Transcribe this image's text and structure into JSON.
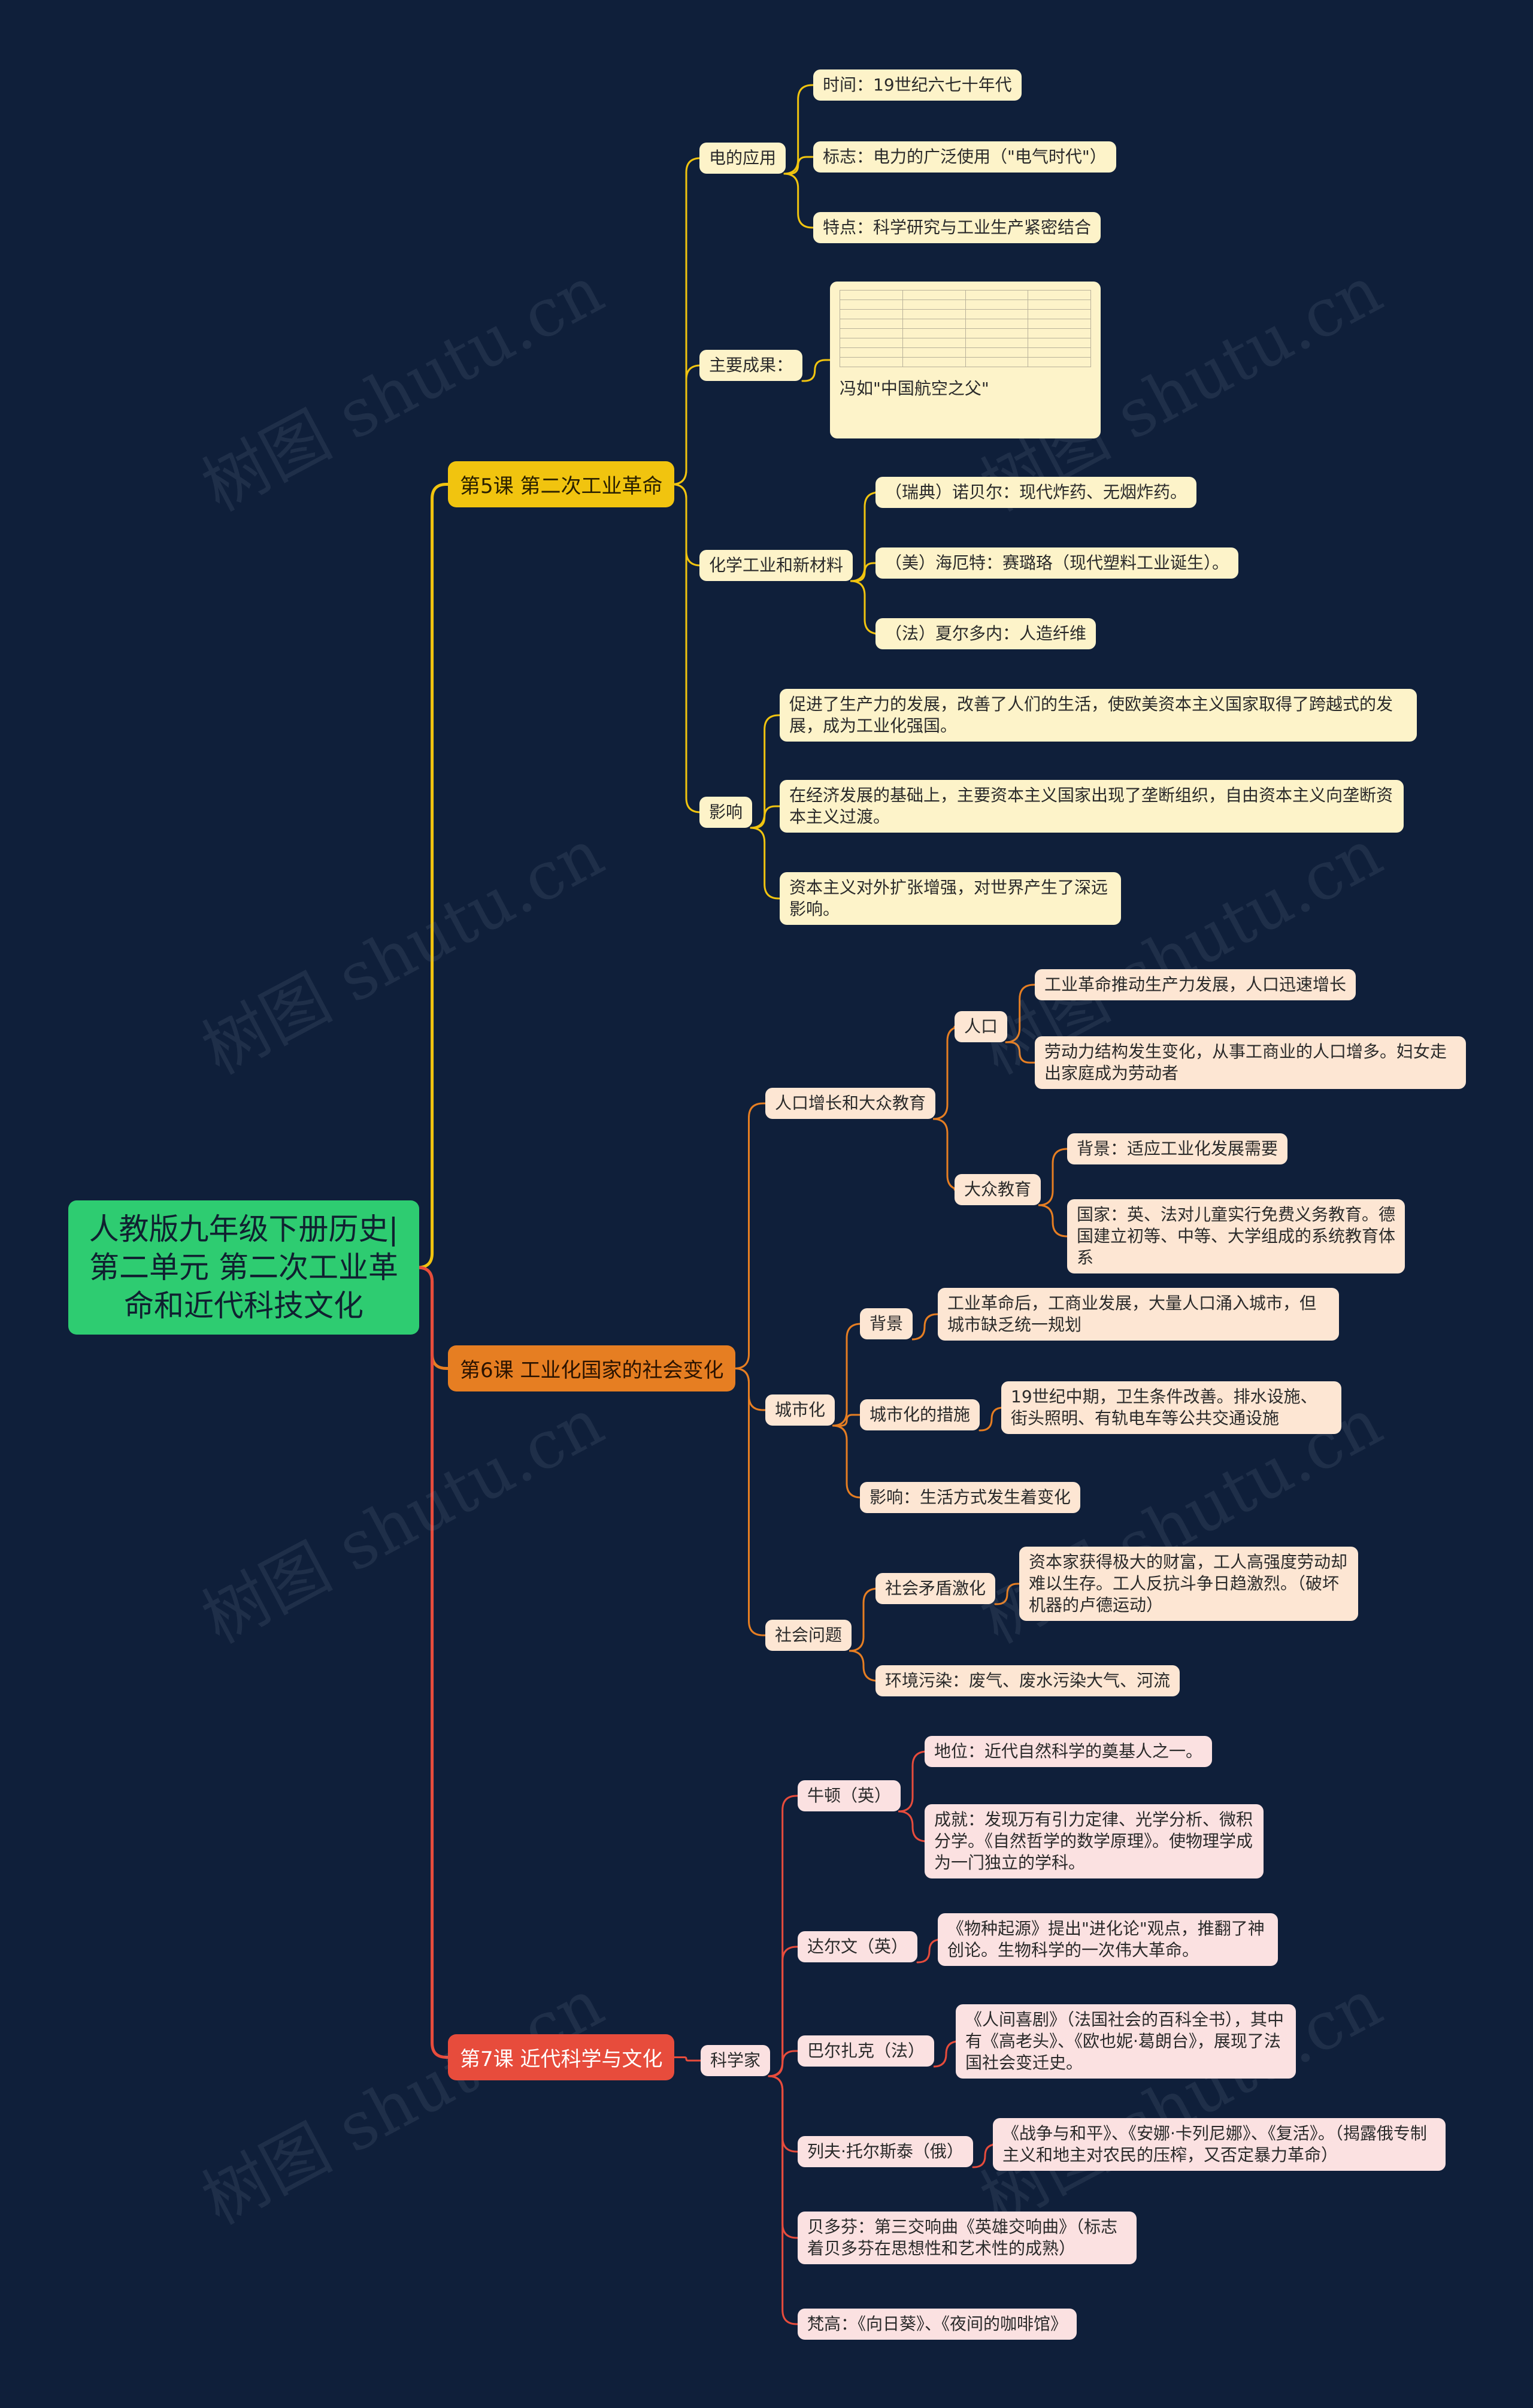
{
  "root": "人教版九年级下册历史|第二单元 第二次工业革命和近代科技文化",
  "watermark": "树图 shutu.cn",
  "colors": {
    "background": "#0f1f3a",
    "root": "#2ecc71",
    "lesson5": "#f1c40f",
    "lesson6": "#e67e22",
    "lesson7": "#e74c3c"
  },
  "lesson5": {
    "title": "第5课 第二次工业革命",
    "electricity": {
      "label": "电的应用",
      "items": [
        "时间：19世纪六七十年代",
        "标志：电力的广泛使用（\"电气时代\"）",
        "特点：科学研究与工业生产紧密结合"
      ]
    },
    "achievements": {
      "label": "主要成果：",
      "caption": "冯如\"中国航空之父\""
    },
    "chemistry": {
      "label": "化学工业和新材料",
      "items": [
        "（瑞典）诺贝尔：现代炸药、无烟炸药。",
        "（美）海厄特：赛璐珞（现代塑料工业诞生）。",
        "（法）夏尔多内：人造纤维"
      ]
    },
    "impact": {
      "label": "影响",
      "items": [
        "促进了生产力的发展，改善了人们的生活，使欧美资本主义国家取得了跨越式的发展，成为工业化强国。",
        "在经济发展的基础上，主要资本主义国家出现了垄断组织，自由资本主义向垄断资本主义过渡。",
        "资本主义对外扩张增强，对世界产生了深远影响。"
      ]
    }
  },
  "lesson6": {
    "title": "第6课 工业化国家的社会变化",
    "population_education": {
      "label": "人口增长和大众教育",
      "population": {
        "label": "人口",
        "items": [
          "工业革命推动生产力发展，人口迅速增长",
          "劳动力结构发生变化，从事工商业的人口增多。妇女走出家庭成为劳动者"
        ]
      },
      "education": {
        "label": "大众教育",
        "items": [
          "背景：适应工业化发展需要",
          "国家：英、法对儿童实行免费义务教育。德国建立初等、中等、大学组成的系统教育体系"
        ]
      }
    },
    "urbanization": {
      "label": "城市化",
      "background": {
        "label": "背景",
        "text": "工业革命后，工商业发展，大量人口涌入城市，但城市缺乏统一规划"
      },
      "measures": {
        "label": "城市化的措施",
        "text": "19世纪中期，卫生条件改善。排水设施、街头照明、有轨电车等公共交通设施"
      },
      "impact": "影响：生活方式发生着变化"
    },
    "social_problems": {
      "label": "社会问题",
      "conflict": {
        "label": "社会矛盾激化",
        "text": "资本家获得极大的财富，工人高强度劳动却难以生存。工人反抗斗争日趋激烈。（破坏机器的卢德运动）"
      },
      "pollution": "环境污染：废气、废水污染大气、河流"
    }
  },
  "lesson7": {
    "title": "第7课 近代科学与文化",
    "scientists_label": "科学家",
    "newton": {
      "label": "牛顿（英）",
      "items": [
        "地位：近代自然科学的奠基人之一。",
        "成就：发现万有引力定律、光学分析、微积分学。《自然哲学的数学原理》。使物理学成为一门独立的学科。"
      ]
    },
    "darwin": {
      "label": "达尔文（英）",
      "text": "《物种起源》提出\"进化论\"观点，推翻了神创论。生物科学的一次伟大革命。"
    },
    "balzac": {
      "label": "巴尔扎克（法）",
      "text": "《人间喜剧》（法国社会的百科全书），其中有《高老头》、《欧也妮·葛朗台》，展现了法国社会变迁史。"
    },
    "tolstoy": {
      "label": "列夫·托尔斯泰（俄）",
      "text": "《战争与和平》、《安娜·卡列尼娜》、《复活》。（揭露俄专制主义和地主对农民的压榨，又否定暴力革命）"
    },
    "beethoven": "贝多芬：第三交响曲《英雄交响曲》（标志着贝多芬在思想性和艺术性的成熟）",
    "vangogh": "梵高：《向日葵》、《夜间的咖啡馆》"
  }
}
